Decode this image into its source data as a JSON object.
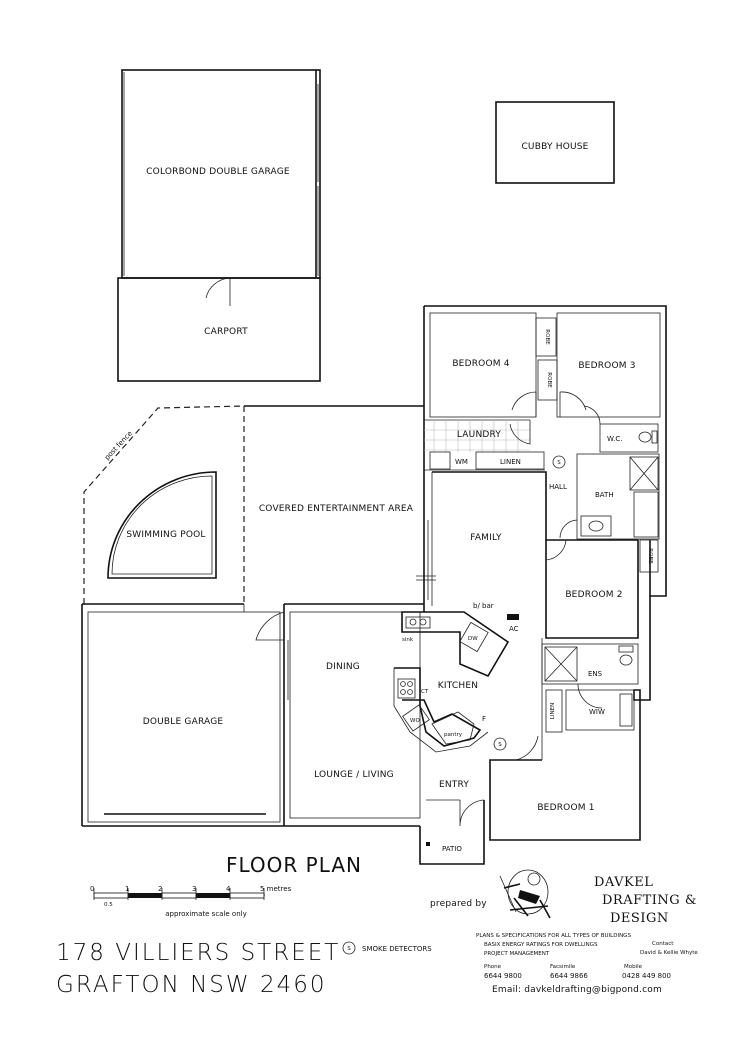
{
  "plan_title": "FLOOR PLAN",
  "address": {
    "line1": "178 VILLIERS STREET",
    "line2": "GRAFTON NSW 2460"
  },
  "rooms": {
    "garage_top": "COLORBOND DOUBLE GARAGE",
    "carport": "CARPORT",
    "cubby": "CUBBY HOUSE",
    "bedroom4": "BEDROOM 4",
    "bedroom3": "BEDROOM 3",
    "robe": "ROBE",
    "laundry": "LAUNDRY",
    "wc": "W.C.",
    "wm": "WM",
    "linen": "LINEN",
    "hall": "HALL",
    "bath": "BATH",
    "covered": "COVERED ENTERTAINMENT AREA",
    "pool": "SWIMMING POOL",
    "post_fence": "post fence",
    "family": "FAMILY",
    "bedroom2": "BEDROOM 2",
    "bbar": "b/ bar",
    "ac": "AC",
    "sink": "sink",
    "dw": "DW",
    "dining": "DINING",
    "kitchen": "KITCHEN",
    "ct": "CT",
    "wo": "WO",
    "pantry": "pantry",
    "fridge": "F",
    "ens": "ENS",
    "wiw": "WIW",
    "double_garage": "DOUBLE GARAGE",
    "lounge": "LOUNGE / LIVING",
    "entry": "ENTRY",
    "bedroom1": "BEDROOM 1",
    "patio": "PATIO",
    "smoke_symbol": "S"
  },
  "scale": {
    "ticks": [
      "0",
      "0.5",
      "1",
      "2",
      "3",
      "4",
      "5 metres"
    ],
    "caption": "approximate scale only"
  },
  "legend": {
    "symbol": "S",
    "label": "SMOKE DETECTORS"
  },
  "company": {
    "prepared_by": "prepared by",
    "name_line1": "DAVKEL",
    "name_line2": "DRAFTING &",
    "name_line3": "DESIGN",
    "services": [
      "PLANS & SPECIFICATIONS FOR ALL TYPES OF BUILDINGS",
      "BASIX ENERGY RATINGS FOR DWELLINGS",
      "PROJECT MANAGEMENT"
    ],
    "contact_label": "Contact",
    "contact_names": "David & Kellie Whyte",
    "phone_label": "Phone",
    "phone": "6644 9800",
    "fax_label": "Facsimile",
    "fax": "6644 9866",
    "mobile_label": "Mobile",
    "mobile": "0428 449 800",
    "email": "Email: davkeldrafting@bigpond.com"
  }
}
